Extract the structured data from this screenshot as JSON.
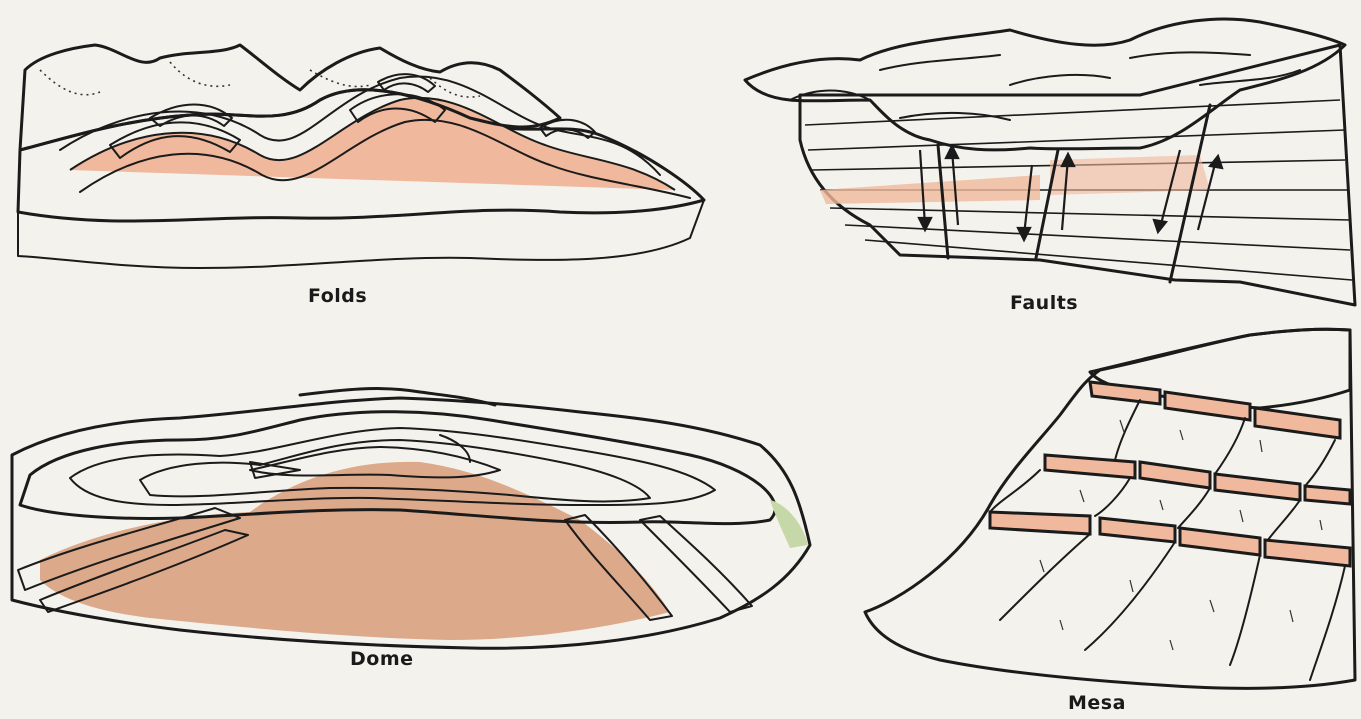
{
  "diagrams": {
    "folds": {
      "label": "Folds"
    },
    "faults": {
      "label": "Faults"
    },
    "dome": {
      "label": "Dome"
    },
    "mesa": {
      "label": "Mesa"
    }
  },
  "colors": {
    "sand": "#efd2a8",
    "salmon": "#f0b89c",
    "cap_rock": "#eadfd6",
    "moss_green": "#b9dcb4",
    "dome_core": "#dca98a",
    "speckle_band": "#8f7a66"
  }
}
